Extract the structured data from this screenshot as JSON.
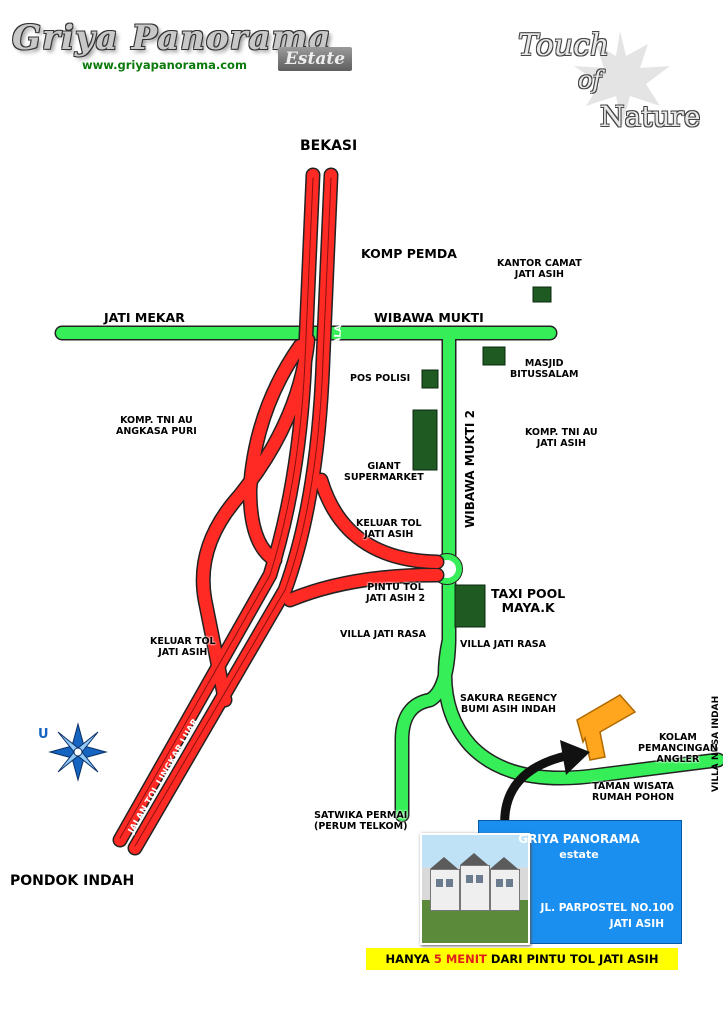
{
  "brand": {
    "title": "Griya Panorama",
    "url": "www.griyapanorama.com",
    "estate_badge": "Estate",
    "tagline_1": "Touch",
    "tagline_2": "of",
    "tagline_3": "Nature"
  },
  "roads": {
    "toll_label_1": "JALAN TOL LINGKAR LUAR",
    "toll_label_2": "JALAN TOL LINGKAR LUAR",
    "road_label_wibawa_mukti_2": "WIBAWA MUKTI 2"
  },
  "places": {
    "bekasi": "BEKASI",
    "pondok_indah": "PONDOK INDAH",
    "jati_mekar": "JATI MEKAR",
    "wibawa_mukti": "WIBAWA MUKTI",
    "komp_pemda": "KOMP PEMDA",
    "kantor_camat_1": "KANTOR CAMAT",
    "kantor_camat_2": "JATI ASIH",
    "masjid_1": "MASJID",
    "masjid_2": "BITUSSALAM",
    "pos_polisi": "POS POLISI",
    "komp_tni_angkasa_1": "KOMP. TNI AU",
    "komp_tni_angkasa_2": "ANGKASA PURI",
    "komp_tni_jati_1": "KOMP. TNI AU",
    "komp_tni_jati_2": "JATI ASIH",
    "giant_1": "GIANT",
    "giant_2": "SUPERMARKET",
    "keluar_tol_a_1": "KELUAR TOL",
    "keluar_tol_a_2": "JATI ASIH",
    "pintu_tol_1": "PINTU TOL",
    "pintu_tol_2": "JATI ASIH 2",
    "taxi_1": "TAXI POOL",
    "taxi_2": "MAYA.K",
    "villa_jati_rasa_left": "VILLA JATI RASA",
    "villa_jati_rasa_right": "VILLA JATI RASA",
    "keluar_tol_b_1": "KELUAR TOL",
    "keluar_tol_b_2": "JATI ASIH",
    "sakura_1": "SAKURA REGENCY",
    "sakura_2": "BUMI ASIH INDAH",
    "kolam_1": "KOLAM",
    "kolam_2": "PEMANCINGAN",
    "kolam_3": "ANGLER",
    "villa_nusa_indah": "VILLA NUSA INDAH",
    "taman_1": "TAMAN WISATA",
    "taman_2": "RUMAH POHON",
    "satwika_1": "SATWIKA PERMAI",
    "satwika_2": "(PERUM TELKOM)"
  },
  "compass": {
    "north_letter": "U"
  },
  "info_box": {
    "name": "GRIYA PANORAMA",
    "estate": "estate",
    "address_1": "JL. PARPOSTEL NO.100",
    "address_2": "JATI ASIH"
  },
  "promo": {
    "before": "HANYA ",
    "highlight": "5 MENIT",
    "after": " DARI PINTU TOL JATI ASIH"
  },
  "colors": {
    "toll_road": "#ff2a24",
    "local_road": "#33ee55",
    "building": "#1e5a22",
    "destination": "#ffa51e",
    "info_box": "#1a8ff0",
    "promo_bg": "#ffff00",
    "promo_highlight": "#e0201a",
    "url_text": "#0a7a0a"
  }
}
